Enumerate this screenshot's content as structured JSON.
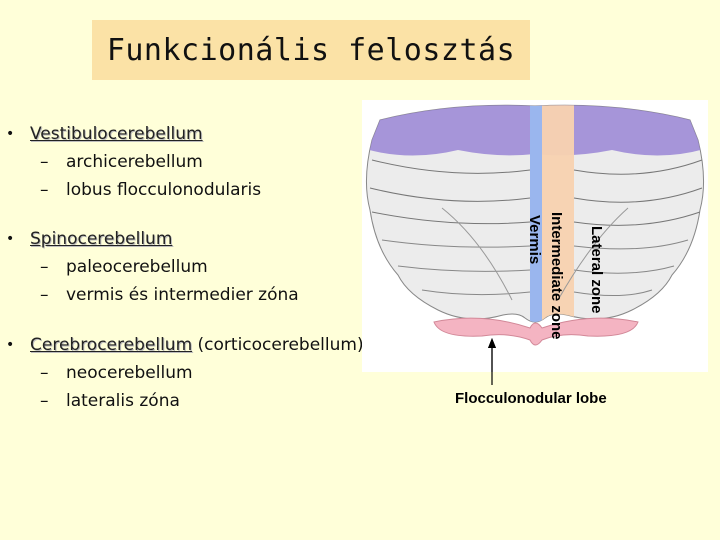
{
  "title": "Funkcionális felosztás",
  "bullets": [
    {
      "label": "Vestibulocerebellum",
      "suffix": "",
      "subs": [
        "archicerebellum",
        "lobus flocculonodularis"
      ]
    },
    {
      "label": "Spinocerebellum",
      "suffix": "",
      "subs": [
        "paleocerebellum",
        "vermis és  intermedier zóna"
      ]
    },
    {
      "label": "Cerebrocerebellum",
      "suffix": " (corticocerebellum)",
      "subs": [
        "neocerebellum",
        "lateralis zóna"
      ]
    }
  ],
  "figure": {
    "labels": {
      "lateral": "Lateral zone",
      "intermediate": "Intermediate zone",
      "vermis": "Vermis",
      "flocculonodular": "Flocculonodular lobe"
    },
    "colors": {
      "vermis": "#9ab6ee",
      "intermediate": "#f8d2b0",
      "lateral": "#f2f2f2",
      "anterior": "#9a86d6",
      "floccular": "#f4b4c2"
    }
  },
  "symbols": {
    "bullet": "•",
    "dash": "–"
  }
}
